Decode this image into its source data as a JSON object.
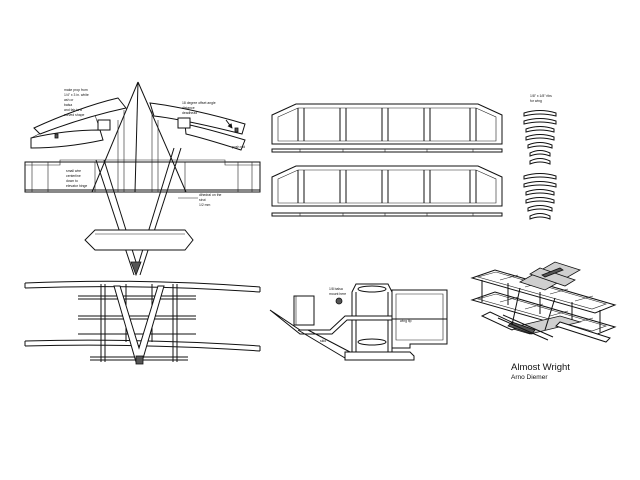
{
  "plan": {
    "title": "Almost Wright",
    "author": "Arno Diemer"
  },
  "notes": {
    "front_top": [
      "make prop from",
      "1/4\" x 3 in. white",
      "ash or",
      "balsa",
      "and fair to a",
      "curved shape"
    ],
    "elevator_angle": [
      "18 degree offset angle",
      "distance",
      "deadhead"
    ],
    "note_rod": [
      "push rod"
    ],
    "note_center": [
      "small wire",
      "centerline",
      "down to",
      "elevator hinge"
    ],
    "note_strut": [
      "dihedral on the",
      "strut",
      "1/2 mm"
    ],
    "ribs": [
      "1/8\" x 1/8\" ribs",
      "for wing"
    ],
    "side_left": [
      "1/8 balsa",
      "mount here"
    ],
    "side_bottom": [
      "skid"
    ],
    "side_right": [
      "wing tip"
    ]
  }
}
